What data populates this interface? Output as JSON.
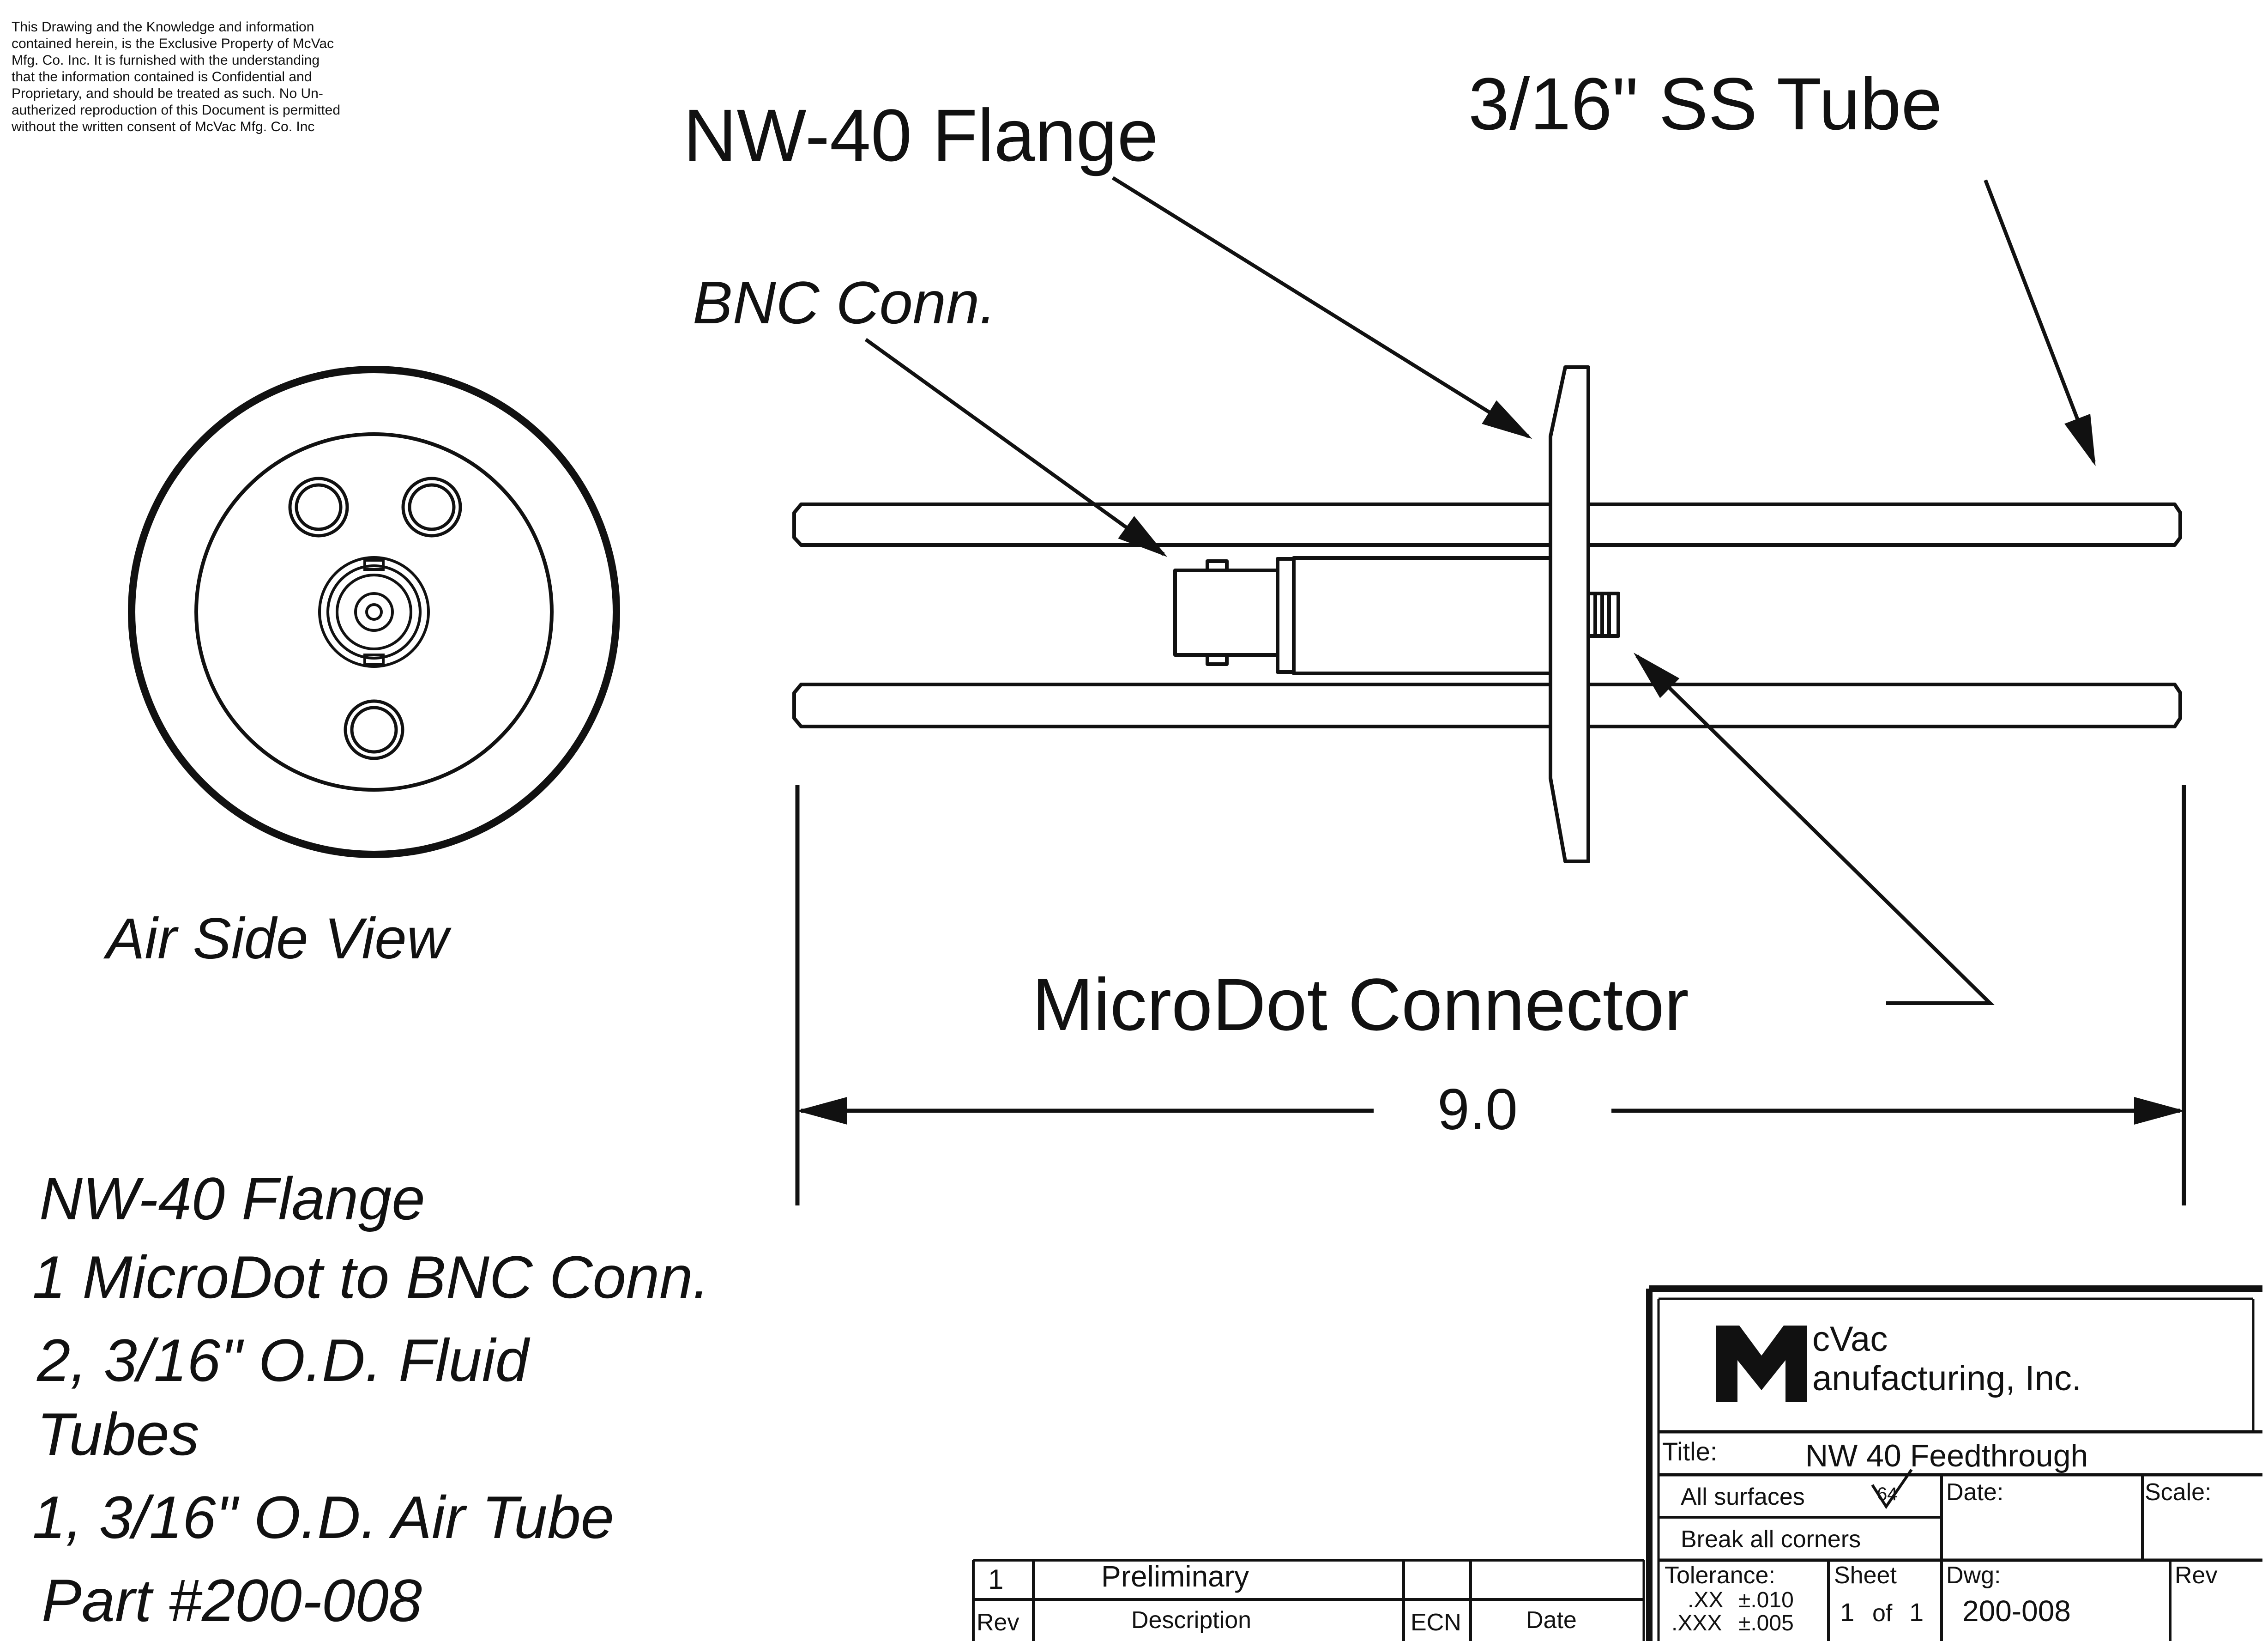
{
  "notice": [
    "This Drawing and the Knowledge and information",
    "contained herein, is the Exclusive Property of McVac",
    "Mfg. Co. Inc. It is furnished with the understanding",
    "that the information contained is Confidential and",
    "Proprietary, and should be treated as such. No Un-",
    "autherized reproduction of this Document is permitted",
    "without the written consent of McVac Mfg. Co. Inc"
  ],
  "callouts": {
    "flange": "NW-40 Flange",
    "tube": "3/16\" SS Tube",
    "bnc": "BNC Conn.",
    "microdot": "MicroDot Connector",
    "air_side_view": "Air Side View"
  },
  "dimension": {
    "length": "9.0"
  },
  "parts_list": [
    "NW-40 Flange",
    "1 MicroDot to BNC Conn.",
    "2, 3/16\" O.D. Fluid",
    "Tubes",
    "1, 3/16\" O.D. Air Tube",
    "Part #200-008"
  ],
  "title_block": {
    "logo_letter": "M",
    "company_line1": "cVac",
    "company_line2": "anufacturing, Inc.",
    "title_label": "Title:",
    "title_value": "NW 40 Feedthrough",
    "surface_note": "All surfaces",
    "surface_finish": "64",
    "corners_note": "Break all corners",
    "date_label": "Date:",
    "scale_label": "Scale:",
    "tolerance_label": "Tolerance:",
    "tol_xx": ".XX",
    "tol_xx_value": "±.010",
    "tol_xxx": ".XXX",
    "tol_xxx_value": "±.005",
    "sheet_label": "Sheet",
    "sheet_number": "1",
    "sheet_of": "of",
    "sheet_total": "1",
    "dwg_label": "Dwg:",
    "dwg_value": "200-008",
    "rev_label": "Rev"
  },
  "revision_block": {
    "rev_value": "1",
    "description_value": "Preliminary",
    "headers": {
      "rev": "Rev",
      "description": "Description",
      "ecn": "ECN",
      "date": "Date"
    }
  }
}
